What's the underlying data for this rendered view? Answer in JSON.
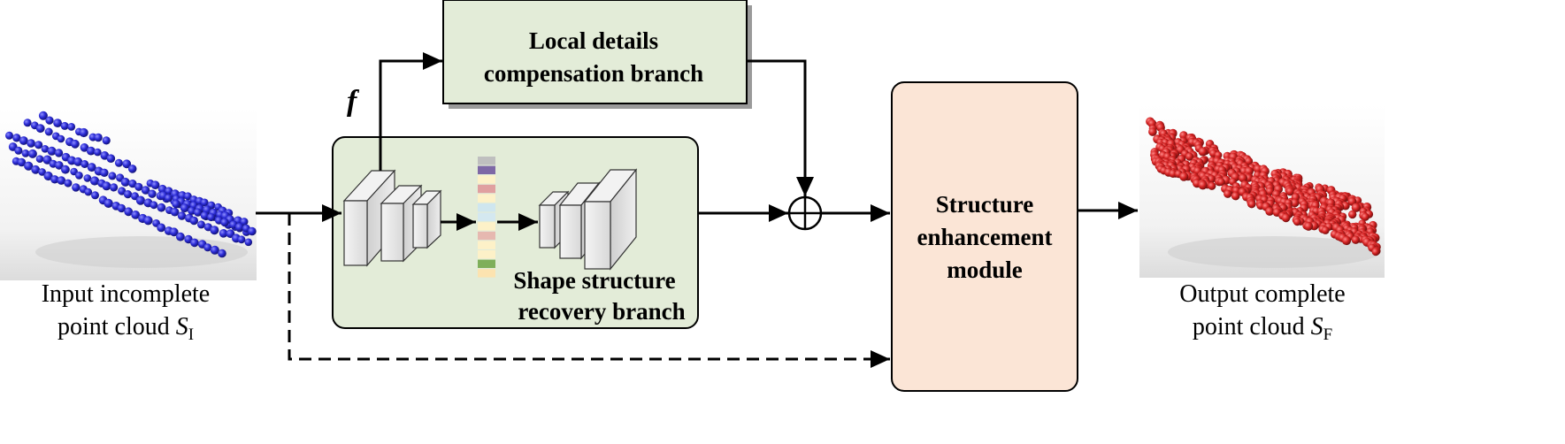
{
  "input": {
    "caption_line1": "Input incomplete",
    "caption_line2": "point cloud ",
    "symbol": "S",
    "subscript": "I"
  },
  "output": {
    "caption_line1": "Output complete",
    "caption_line2": "point cloud ",
    "symbol": "S",
    "subscript": "F"
  },
  "feature_label": "f",
  "local_branch": {
    "line1": "Local details",
    "line2": "compensation branch"
  },
  "shape_branch": {
    "line1": "Shape structure",
    "line2": "recovery branch"
  },
  "enhancement": {
    "line1": "Structure",
    "line2": "enhancement",
    "line3": "module"
  },
  "sum_symbol": "⊕",
  "colors": {
    "input_points": "#2b2bd6",
    "output_points": "#d42222",
    "local_branch_fill": "#e3ecd8",
    "shape_branch_fill": "#e3ecd8",
    "enhancement_fill": "#fbe5d6",
    "feature_stripes": [
      "#bfbfbf",
      "#7e68a6",
      "#fdf1c8",
      "#e0a0a0",
      "#fdf1c8",
      "#cfe6ef",
      "#d4e8f0",
      "#fdf1c8",
      "#e6b8b0",
      "#fdf1c8",
      "#fdf1c8",
      "#7faf5a",
      "#fce3b0"
    ]
  }
}
